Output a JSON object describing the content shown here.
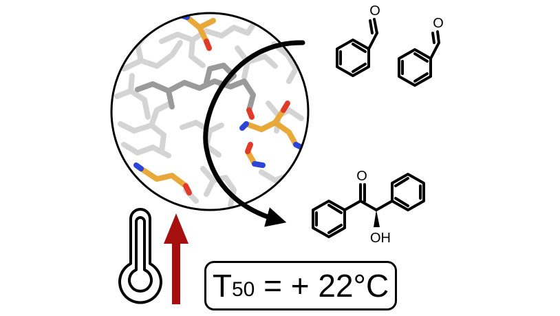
{
  "reactant_1": {
    "carbonyl_atom": "O"
  },
  "reactant_2": {
    "carbonyl_atom": "O"
  },
  "product": {
    "carbonyl_atom": "O",
    "hydroxyl_label": "OH"
  },
  "t50": {
    "symbol": "T",
    "subscript": "50",
    "value": " = + 22°C"
  },
  "colors": {
    "carbon_gray": "#cfcfcf",
    "carbon_dark": "#9a9a9a",
    "carbon_orange": "#e8a83a",
    "oxygen_red": "#e03a2a",
    "nitrogen_blue": "#2b45d6",
    "arrow_red": "#a5100f"
  },
  "icons": [
    "enzyme-active-site-icon",
    "thermometer-icon",
    "temperature-up-arrow-icon"
  ]
}
